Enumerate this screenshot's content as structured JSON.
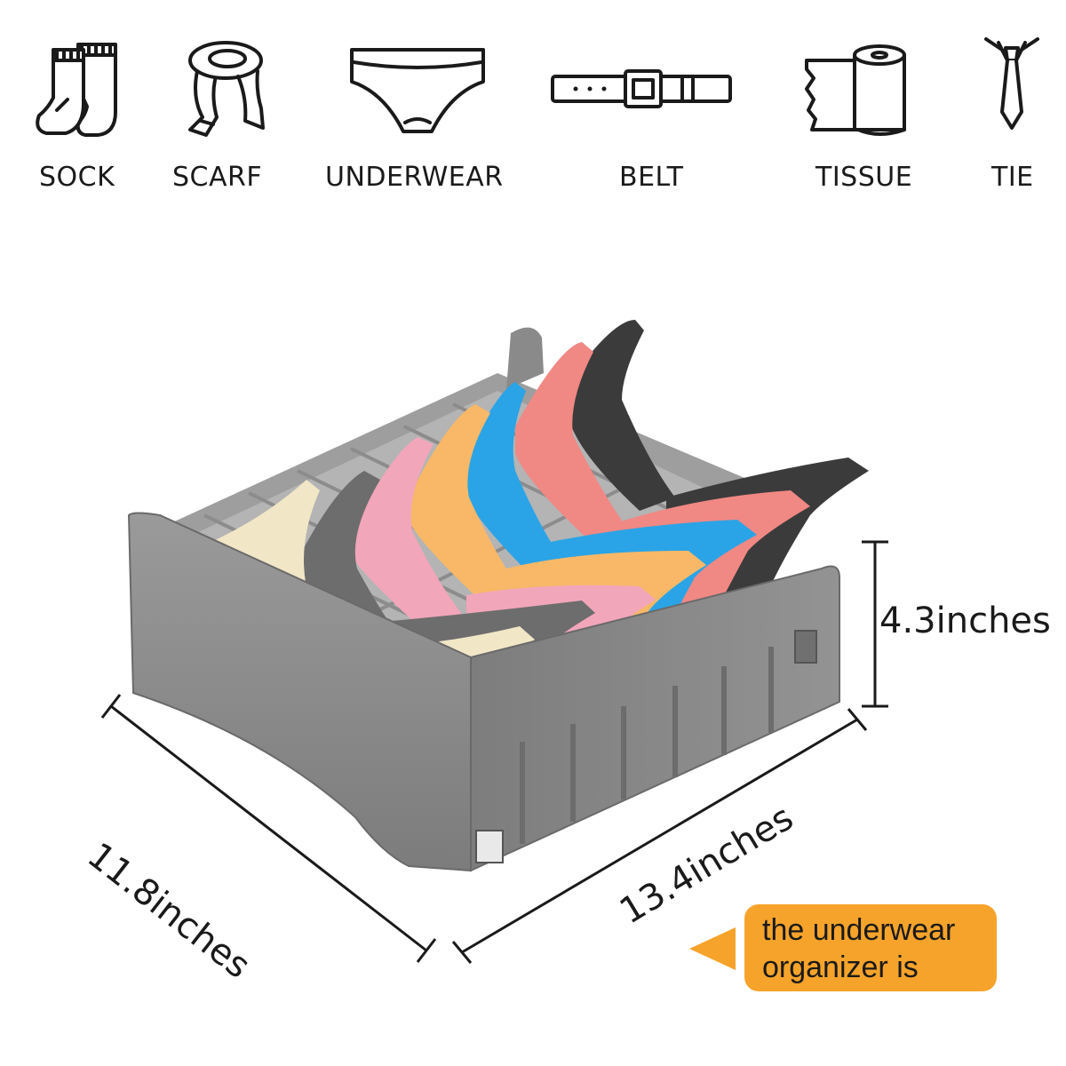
{
  "categories": [
    {
      "label": "SOCK",
      "icon": "sock-icon"
    },
    {
      "label": "SCARF",
      "icon": "scarf-icon"
    },
    {
      "label": "UNDERWEAR",
      "icon": "underwear-icon"
    },
    {
      "label": "BELT",
      "icon": "belt-icon"
    },
    {
      "label": "TISSUE",
      "icon": "tissue-icon"
    },
    {
      "label": "TIE",
      "icon": "tie-icon"
    }
  ],
  "dimensions": {
    "height": "4.3inches",
    "depth": "11.8inches",
    "width": "13.4inches"
  },
  "callout": {
    "line1": "the underwear",
    "line2": "organizer is"
  },
  "colors": {
    "box": "#8f8f8f",
    "callout": "#f6a32b",
    "bras": [
      "#f1e6c6",
      "#6d6d6d",
      "#f2a6ba",
      "#f8b868",
      "#2aa4e6",
      "#f08884",
      "#3b3b3b"
    ]
  }
}
